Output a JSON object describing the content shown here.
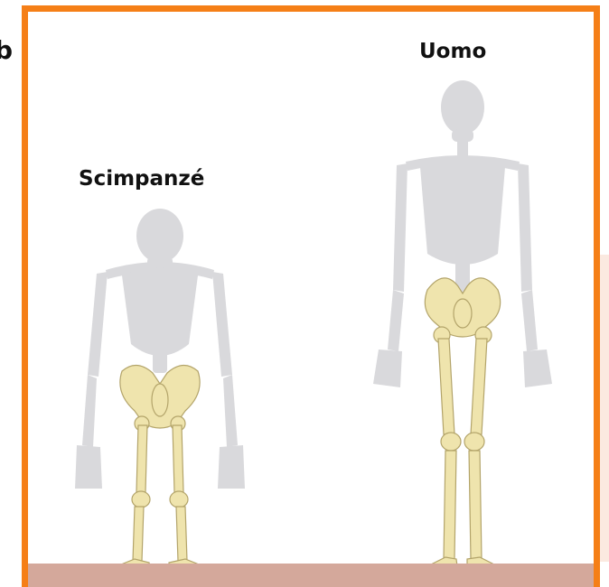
{
  "edge_glyph": "b",
  "labels": {
    "chimp": "Scimpanzé",
    "human": "Uomo"
  },
  "colors": {
    "frame": "#f57f17",
    "ground": "#d4a89b",
    "bone": "#efe4ad",
    "bone_outline": "#b3a46a",
    "faded_skeleton": "#d9d9dc",
    "strip": "#fbe9e0"
  }
}
